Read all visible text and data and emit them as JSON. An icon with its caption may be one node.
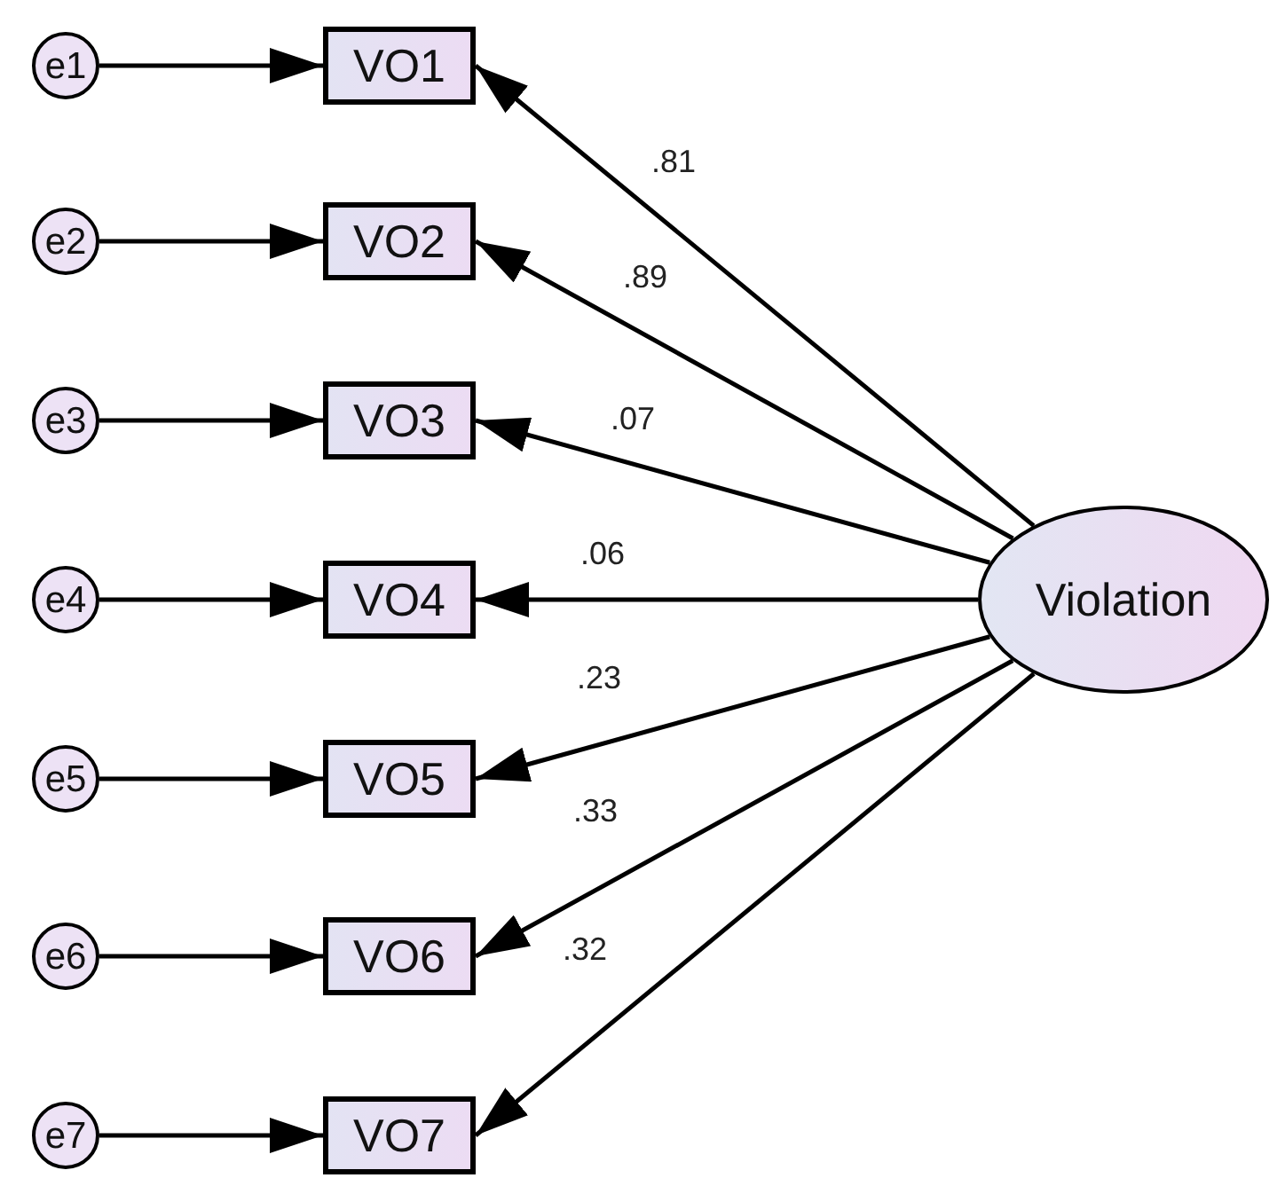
{
  "diagram": {
    "nodes": [
      {
        "text": [
          "e1"
        ]
      },
      {
        "text": [
          "e2"
        ]
      },
      {
        "text": [
          "e3"
        ]
      },
      {
        "text": [
          "e4"
        ]
      },
      {
        "text": [
          "e5"
        ]
      },
      {
        "text": [
          "e6"
        ]
      },
      {
        "text": [
          "e7"
        ]
      },
      {
        "text": [
          "VO1"
        ]
      },
      {
        "text": [
          "VO2"
        ]
      },
      {
        "text": [
          "VO3"
        ]
      },
      {
        "text": [
          "VO4"
        ]
      },
      {
        "text": [
          "VO5"
        ]
      },
      {
        "text": [
          "VO6"
        ]
      },
      {
        "text": [
          "VO7"
        ]
      },
      {
        "text": [
          "Violation"
        ]
      }
    ],
    "edges": [
      {
        "from": 0,
        "to": 7,
        "arrow": "to"
      },
      {
        "from": 1,
        "to": 8,
        "arrow": "to"
      },
      {
        "from": 2,
        "to": 9,
        "arrow": "to"
      },
      {
        "from": 3,
        "to": 10,
        "arrow": "to"
      },
      {
        "from": 4,
        "to": 11,
        "arrow": "to"
      },
      {
        "from": 5,
        "to": 12,
        "arrow": "to"
      },
      {
        "from": 6,
        "to": 13,
        "arrow": "to"
      },
      {
        "from": 14,
        "to": 7,
        "arrow": "to",
        "label": ".81"
      },
      {
        "from": 14,
        "to": 8,
        "arrow": "to",
        "label": ".89"
      },
      {
        "from": 14,
        "to": 9,
        "arrow": "to",
        "label": ".07"
      },
      {
        "from": 14,
        "to": 10,
        "arrow": "to",
        "label": ".06"
      },
      {
        "from": 14,
        "to": 11,
        "arrow": "to",
        "label": ".23"
      },
      {
        "from": 14,
        "to": 12,
        "arrow": "to",
        "label": ".33"
      },
      {
        "from": 14,
        "to": 13,
        "arrow": "to",
        "label": ".32"
      }
    ]
  }
}
